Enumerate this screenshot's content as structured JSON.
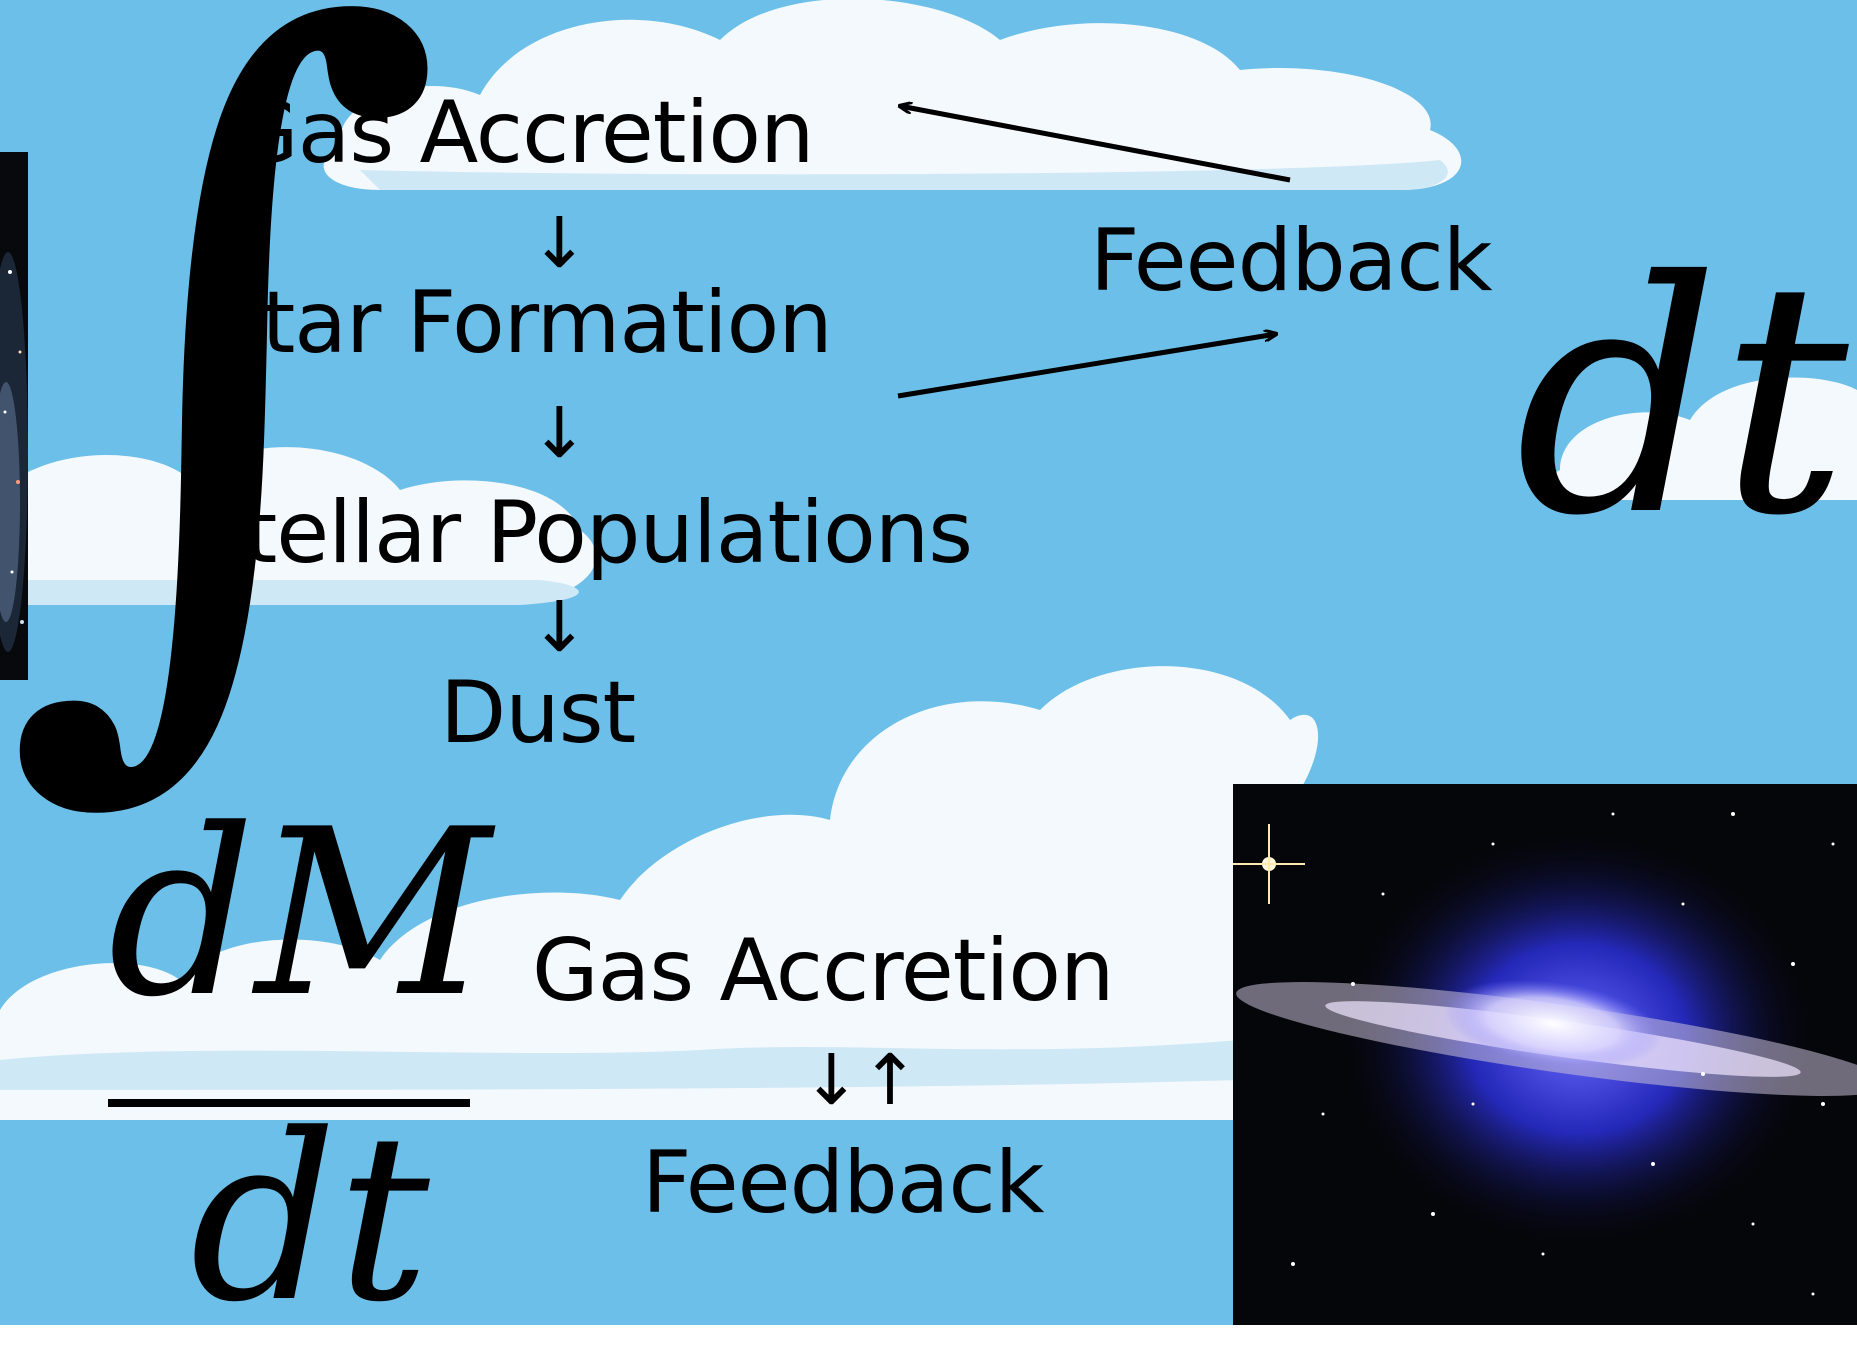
{
  "diagram": {
    "upper_flow": {
      "gas_accretion": "Gas Accretion",
      "star_formation": "Star Formation",
      "stellar_populations": "Stellar Populations",
      "dust": "Dust",
      "feedback": "Feedback",
      "down_arrow": "↓"
    },
    "integral_symbol": "∫",
    "integral_differential": "dt",
    "derivative": {
      "numerator": "dM",
      "denominator": "dt"
    },
    "lower_flow": {
      "gas_accretion": "Gas Accretion",
      "feedback": "Feedback",
      "bidirectional_arrows": "↓↑"
    }
  },
  "colors": {
    "sky": "#6cbfe8",
    "cloud": "#f4f9fd",
    "cloud_shadow": "#cfe8f6",
    "text": "#000000"
  }
}
